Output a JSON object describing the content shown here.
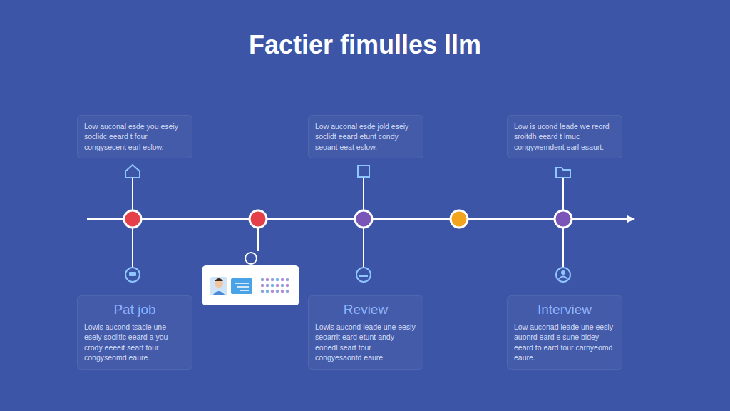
{
  "diagram": {
    "title": "Factier fimulles llm",
    "nodes": [
      {
        "text": [
          "Low auconal esde you eseiy soclidc eeard t four congysecent earl eslow."
        ]
      },
      {
        "text": [
          "Low auconal esde jold eseiy soclidt eeard etunt condy seoant eeat eslow."
        ]
      },
      {
        "text": [
          "Low is ucond leade we reord sroitdh eeard t lmuc congywemdent earl esaurt."
        ]
      },
      {
        "text": [
          "Pat job",
          "Lowis aucond tsacle une eseiy sociitic eeard a you crody eeeeit seart tour congyseomd eaure."
        ]
      },
      {
        "text": [
          "Review",
          "Lowis aucond leade une eesiy seoarrit eard etunt andy eonedl seart tour congyesaontd eaure."
        ]
      },
      {
        "text": [
          "Interview",
          "Low auconad leade une eesiy auonrd eard e sune bidey eeard to eard tour carnyeomd eaure."
        ]
      }
    ]
  }
}
